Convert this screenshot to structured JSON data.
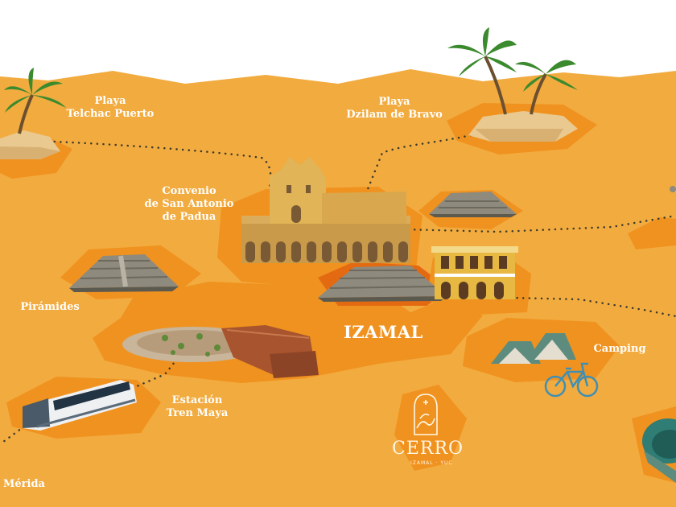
{
  "map": {
    "colors": {
      "ground": "#f2ab3f",
      "patch": "#f0921f",
      "patch_dark": "#e46a12",
      "sky": "#ffffff",
      "route": "#3b3a2a"
    },
    "places": {
      "playa_telchac": [
        "Playa",
        "Telchac Puerto"
      ],
      "playa_dzilam": [
        "Playa",
        "Dzilam de Bravo"
      ],
      "convento": [
        "Convenio",
        "de San Antonio",
        "de Padua"
      ],
      "piramides": "Pirámides",
      "camping": "Camping",
      "estacion": [
        "Estación",
        "Tren Maya"
      ],
      "merida": "Mérida",
      "city": "IZAMAL"
    },
    "logo": {
      "name": "CERRO",
      "tagline": "IZAMAL · YUC"
    }
  }
}
